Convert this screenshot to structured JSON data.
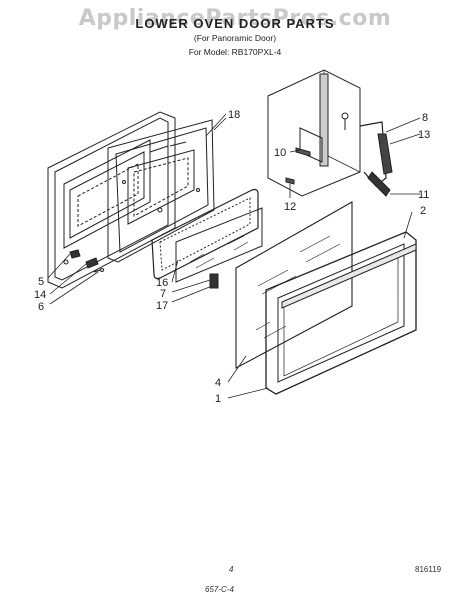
{
  "watermark": "AppliancePartsPros.com",
  "header": {
    "title": "LOWER OVEN DOOR PARTS",
    "subtitle": "(For Panoramic Door)",
    "model": "For Model: RB170PXL-4"
  },
  "callouts": {
    "c1": "1",
    "c2": "2",
    "c4": "4",
    "c5": "5",
    "c6": "6",
    "c7": "7",
    "c8": "8",
    "c10": "10",
    "c11": "11",
    "c12": "12",
    "c13": "13",
    "c14": "14",
    "c16": "16",
    "c17": "17",
    "c18": "18"
  },
  "footer": {
    "page_number": "4",
    "figure_number": "816119",
    "code": "657-C-4"
  }
}
